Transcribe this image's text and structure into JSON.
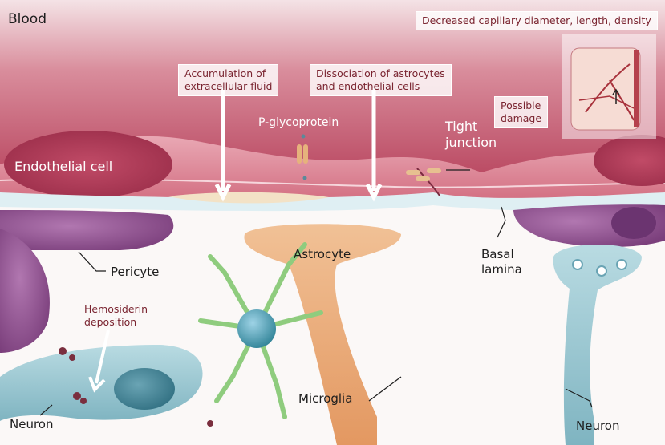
{
  "labels": {
    "blood": "Blood",
    "endothelial_cell": "Endothelial cell",
    "p_glycoprotein": "P-glycoprotein",
    "tight_junction": "Tight junction",
    "pericyte": "Pericyte",
    "astrocyte": "Astrocyte",
    "basal_lamina": "Basal lamina",
    "microglia": "Microglia",
    "neuron_left": "Neuron",
    "neuron_right": "Neuron"
  },
  "callouts": {
    "capillary": "Decreased capillary diameter, length, density",
    "accumulation_line1": "Accumulation of",
    "accumulation_line2": "extracellular fluid",
    "dissociation_line1": "Dissociation of astrocytes",
    "dissociation_line2": "and endothelial cells",
    "damage_line1": "Possible",
    "damage_line2": "damage",
    "hemosiderin_line1": "Hemosiderin",
    "hemosiderin_line2": "deposition"
  },
  "colors": {
    "blood": "#b53a55",
    "endothelium": "#d47a8a",
    "pericyte": "#8a4d8c",
    "astrocyte": "#e3a06a",
    "microglia": "#8fcc7e",
    "neuron": "#8cc0cc",
    "callout_text": "#7a2430"
  }
}
